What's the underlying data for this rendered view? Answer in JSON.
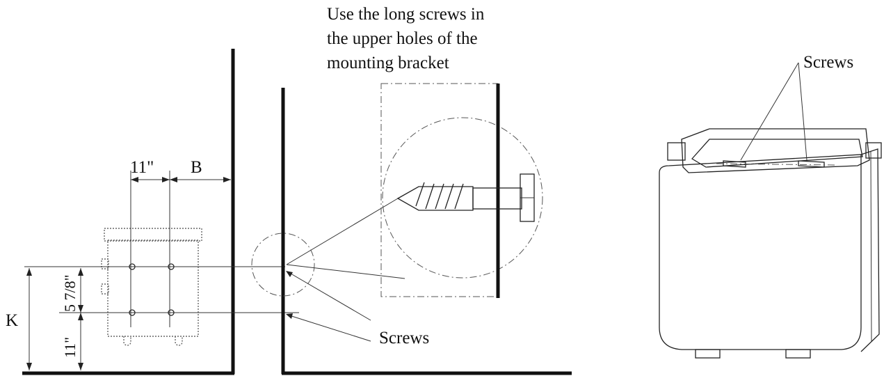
{
  "diagram": {
    "note": {
      "line1": "Use the long screws in",
      "line2": "the upper holes of the",
      "line3": "mounting bracket"
    },
    "labels": {
      "screws_middle": "Screws",
      "screws_right": "Screws"
    },
    "dimensions": {
      "horizontal_spacing": "11\"",
      "wall_offset": "B",
      "height_total": "K",
      "vertical_spacing": "5 7/8\"",
      "bottom_offset": "11\""
    }
  }
}
